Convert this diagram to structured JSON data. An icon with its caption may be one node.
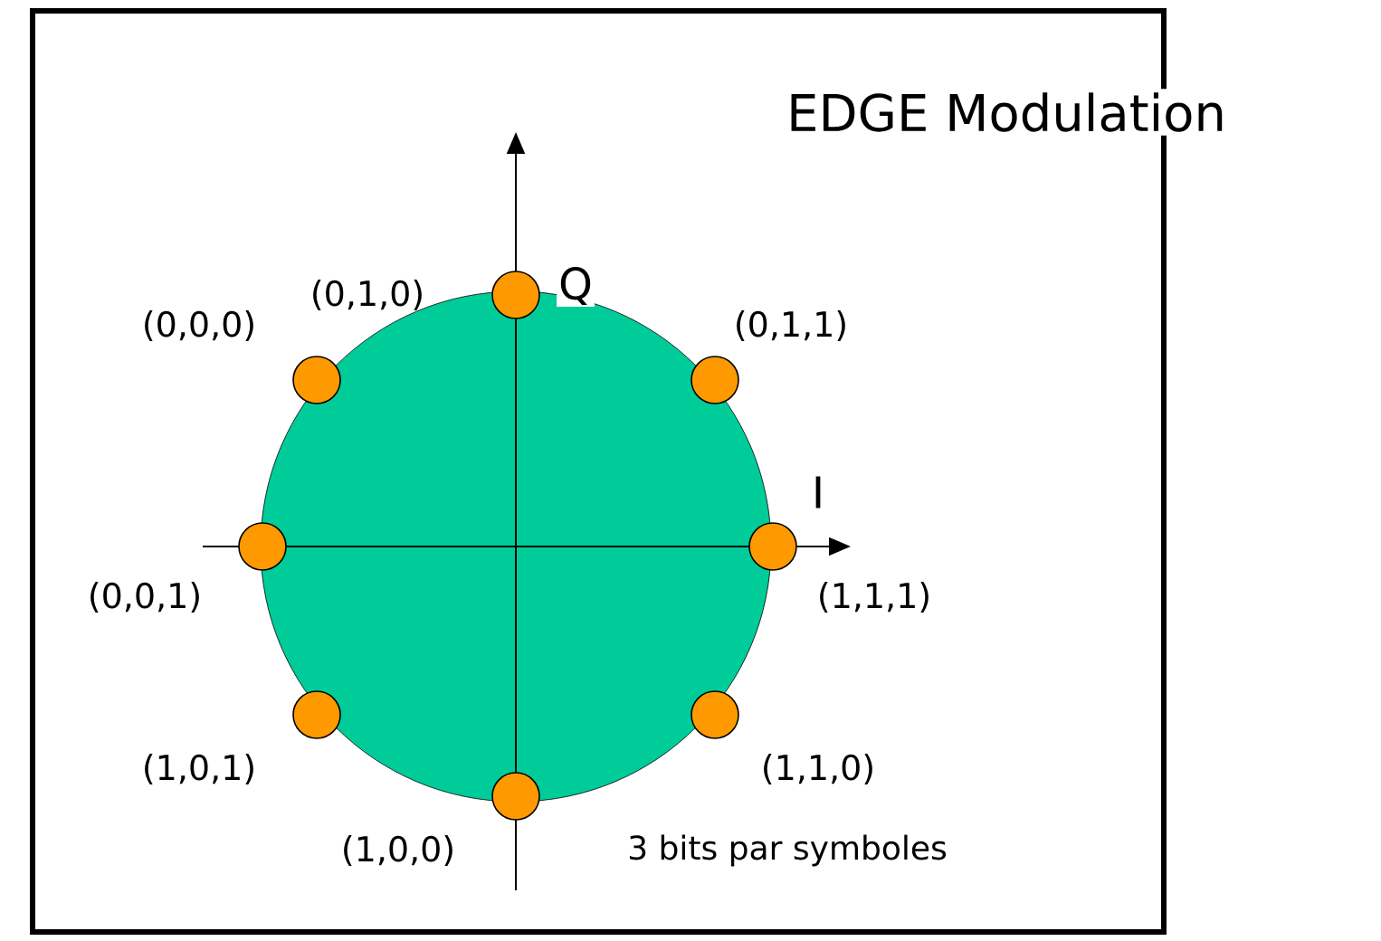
{
  "diagram": {
    "title": "EDGE Modulation",
    "nodes": [
      {
        "text": [],
        "shape": "circle",
        "beside": [
          "(0,1,0)"
        ]
      },
      {
        "text": [],
        "shape": "circle",
        "beside": [
          "(0,0,0)"
        ]
      },
      {
        "text": [],
        "shape": "circle",
        "beside": [
          "(0,1,1)"
        ]
      },
      {
        "text": [],
        "shape": "circle",
        "beside": [
          "(0,0,1)"
        ]
      },
      {
        "text": [],
        "shape": "circle",
        "beside": [
          "(1,1,1)"
        ]
      },
      {
        "text": [],
        "shape": "circle",
        "beside": [
          "(1,0,1)"
        ]
      },
      {
        "text": [],
        "shape": "circle",
        "beside": [
          "(1,1,0)"
        ]
      },
      {
        "text": [],
        "shape": "circle",
        "beside": [
          "(1,0,0)"
        ]
      }
    ],
    "labels": [
      "Q",
      "I",
      "3 bits par symboles"
    ]
  }
}
